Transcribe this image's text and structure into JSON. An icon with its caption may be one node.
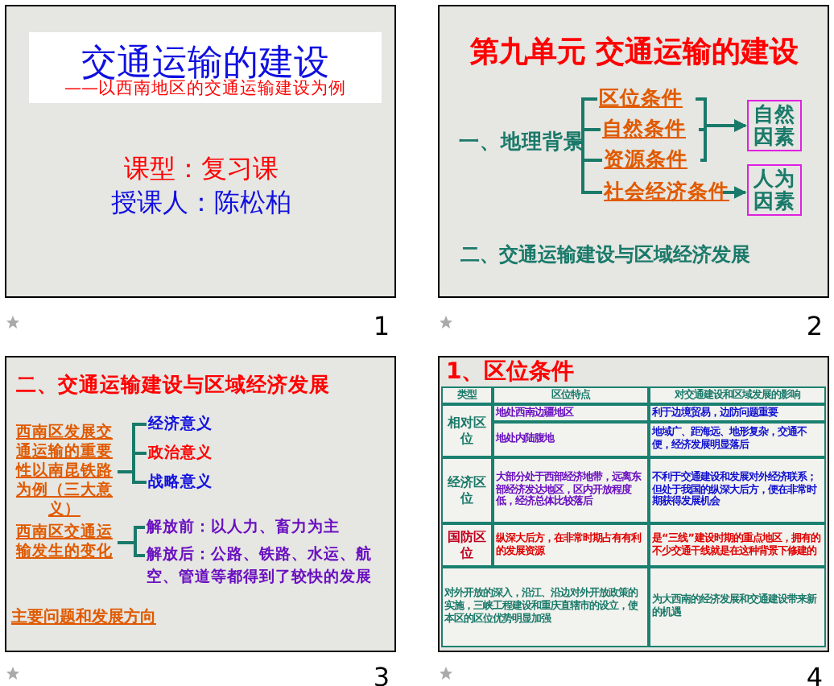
{
  "diagram": {
    "nodes": [
      {
        "text": [
          "一、地理背景"
        ]
      },
      {
        "text": [
          "区位条件"
        ]
      },
      {
        "text": [
          "自然条件"
        ]
      },
      {
        "text": [
          "资源条件"
        ]
      },
      {
        "text": [
          "社会经济条件"
        ]
      },
      {
        "text": [
          "自然因素"
        ]
      },
      {
        "text": [
          "人为因素"
        ]
      },
      {
        "text": [
          "西南区发展交通运输的重要性以南昆铁路为例（三大意义）"
        ]
      },
      {
        "text": [
          "经济意义"
        ]
      },
      {
        "text": [
          "政治意义"
        ]
      },
      {
        "text": [
          "战略意义"
        ]
      },
      {
        "text": [
          "西南区交通运输发生的变化"
        ]
      },
      {
        "text": [
          "解放前：以人力、畜力为主"
        ]
      },
      {
        "text": [
          "解放后：公路、铁路、水运、航空、管道等都得到了较快的发展"
        ]
      }
    ],
    "edges": [
      {
        "from": 0,
        "to": 1,
        "arrow": "none"
      },
      {
        "from": 0,
        "to": 2,
        "arrow": "none"
      },
      {
        "from": 0,
        "to": 3,
        "arrow": "none"
      },
      {
        "from": 0,
        "to": 4,
        "arrow": "none"
      },
      {
        "from": 1,
        "to": 5,
        "arrow": "to"
      },
      {
        "from": 2,
        "to": 5,
        "arrow": "to"
      },
      {
        "from": 3,
        "to": 5,
        "arrow": "to"
      },
      {
        "from": 4,
        "to": 6,
        "arrow": "to"
      },
      {
        "from": 7,
        "to": 8,
        "arrow": "none"
      },
      {
        "from": 7,
        "to": 9,
        "arrow": "none"
      },
      {
        "from": 7,
        "to": 10,
        "arrow": "none"
      },
      {
        "from": 11,
        "to": 12,
        "arrow": "none"
      },
      {
        "from": 11,
        "to": 13,
        "arrow": "none"
      }
    ],
    "labels": [
      "交通运输的建设",
      "——以西南地区的交通运输建设为例",
      "课型：复习课",
      "授课人：陈松柏",
      "1",
      "第九单元  交通运输的建设",
      "二、交通运输建设与区域经济发展",
      "2",
      "二、交通运输建设与区域经济发展",
      "主要问题和发展方向",
      "3",
      "1、区位条件",
      "类型",
      "区位特点",
      "对交通建设和区域发展的影响",
      "相对区位",
      "地处西南边疆地区",
      "利于边境贸易，边防问题重要",
      "地处内陆腹地",
      "地域广、距海远、地形复杂，交通不便，经济发展明显落后",
      "经济区位",
      "大部分处于西部经济地带，远离东部经济发达地区，区内开放程度低，经济总体比较落后",
      "不利于交通建设和发展对外经济联系；但处于我国的纵深大后方，便在非常时期获得发展机会",
      "国防区位",
      "纵深大后方，在非常时期占有有利的发展资源",
      "是“三线”建设时期的重点地区，拥有的不少交通干线就是在这种背景下修建的",
      "对外开放的深入，沿江、沿边对外开放政策的实施，三峡工程建设和重庆直辖市的设立，使本区的区位优势明显加强",
      "为大西南的经济发展和交通建设带来新的机遇",
      "4"
    ]
  }
}
